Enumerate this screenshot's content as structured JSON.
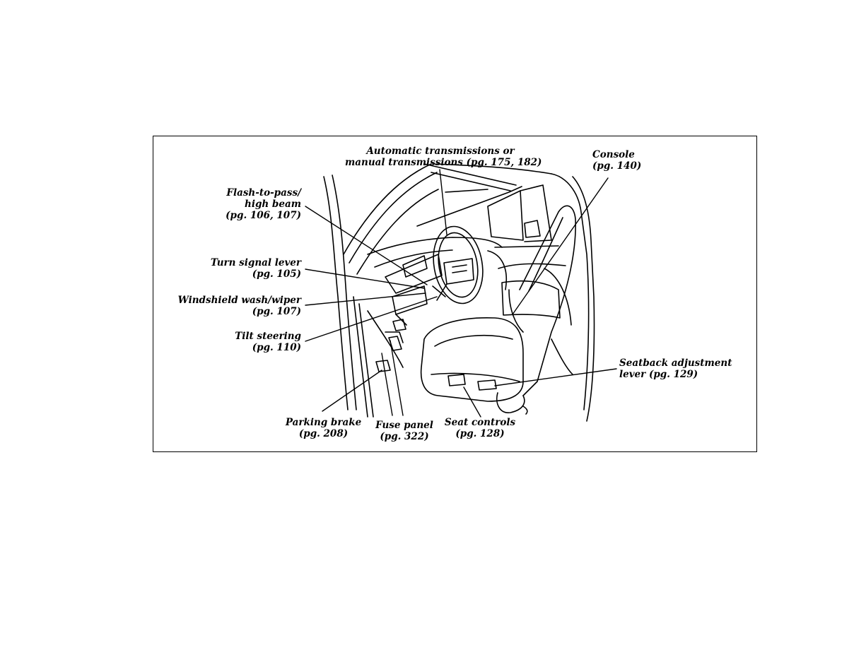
{
  "callouts": {
    "transmission": {
      "line1": "Automatic transmissions or",
      "line2": "manual transmissions (pg. 175, 182)"
    },
    "console": {
      "line1": "Console",
      "line2": "(pg. 140)"
    },
    "flash_to_pass": {
      "line1": "Flash-to-pass/",
      "line2": "high beam",
      "line3": "(pg. 106, 107)"
    },
    "turn_signal": {
      "line1": "Turn signal lever",
      "line2": "(pg. 105)"
    },
    "windshield": {
      "line1": "Windshield wash/wiper",
      "line2": "(pg. 107)"
    },
    "tilt_steering": {
      "line1": "Tilt steering",
      "line2": "(pg. 110)"
    },
    "seatback": {
      "line1": "Seatback adjustment",
      "line2": "lever  (pg. 129)"
    },
    "parking_brake": {
      "line1": "Parking brake",
      "line2": "(pg. 208)"
    },
    "fuse_panel": {
      "line1": "Fuse panel",
      "line2": "(pg. 322)"
    },
    "seat_controls": {
      "line1": "Seat controls",
      "line2": "(pg. 128)"
    }
  }
}
